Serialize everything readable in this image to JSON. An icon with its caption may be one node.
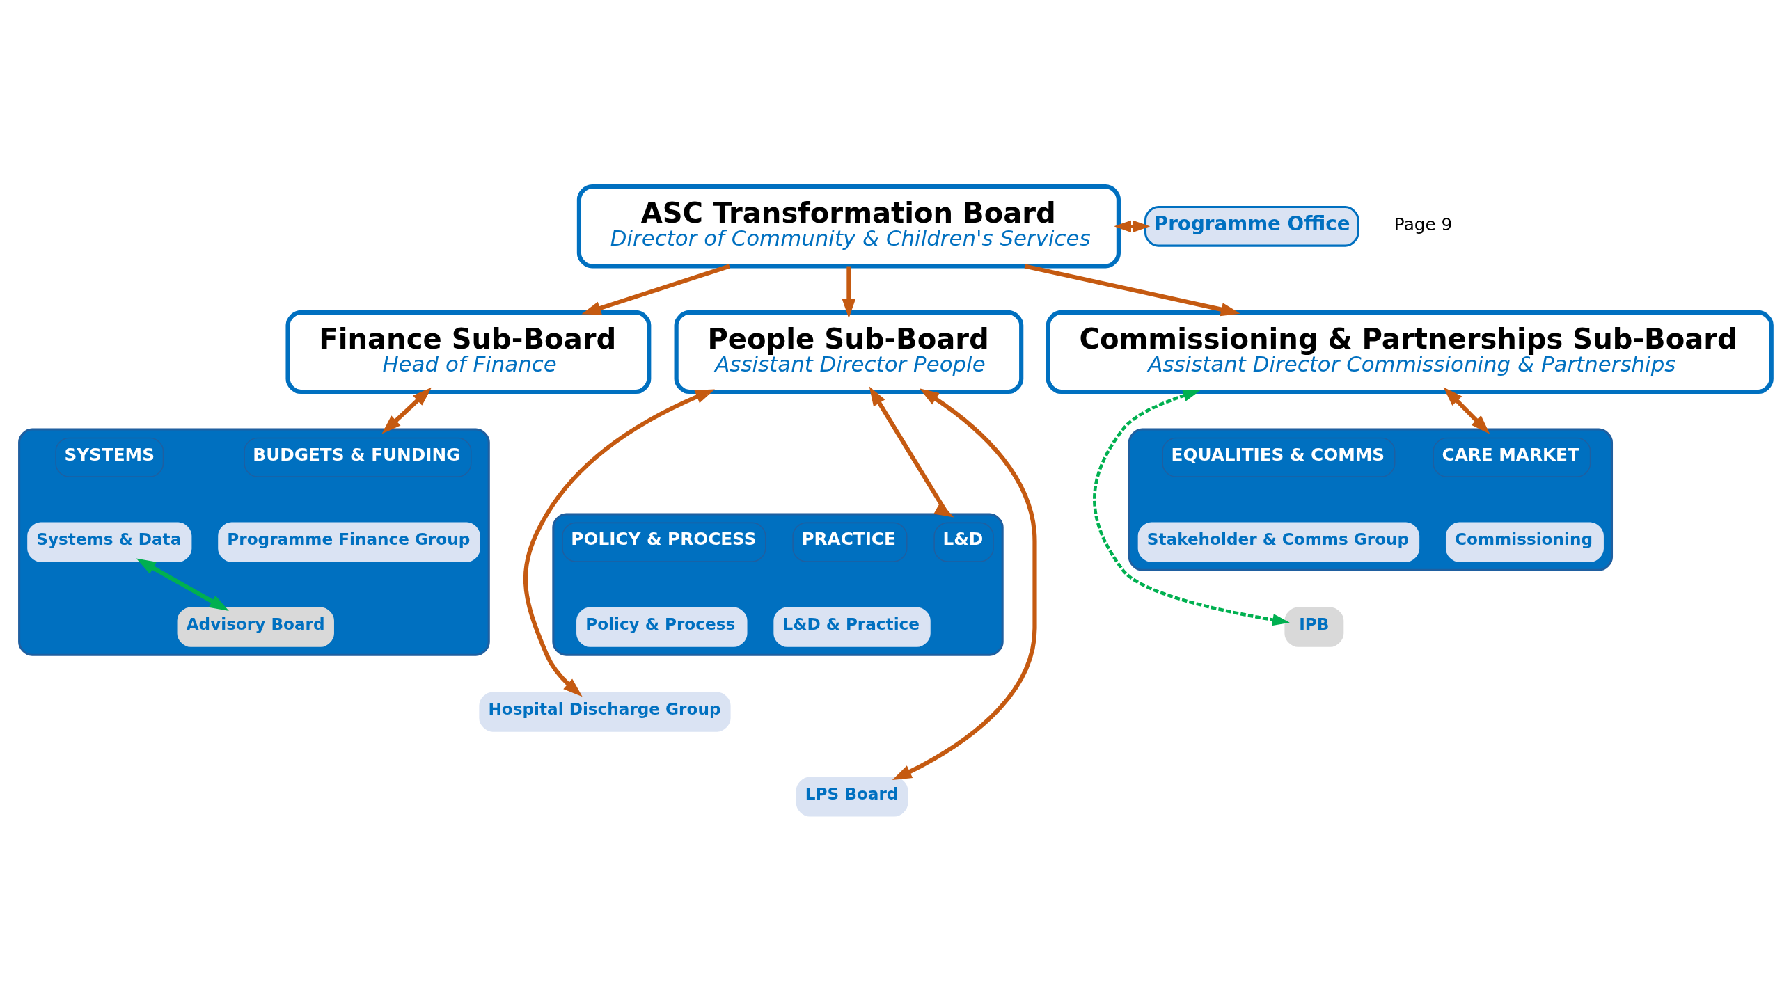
{
  "diagram": {
    "nodes": [
      {
        "text": [
          "ASC Transformation Board",
          "Director of Community & Children's Services"
        ]
      },
      {
        "text": [
          "Programme Office"
        ]
      },
      {
        "text": [
          "Finance Sub-Board",
          "Head of Finance"
        ]
      },
      {
        "text": [
          "People Sub-Board",
          "Assistant Director People"
        ]
      },
      {
        "text": [
          "Commissioning & Partnerships Sub-Board",
          "Assistant Director Commissioning & Partnerships"
        ]
      },
      {
        "text": [],
        "shape": "box"
      },
      {
        "text": [
          "BUDGETS & FUNDING"
        ],
        "in": 5
      },
      {
        "text": [
          "SYSTEMS"
        ],
        "in": 5
      },
      {
        "text": [
          "Programme Finance Group"
        ],
        "in": 5
      },
      {
        "text": [
          "Systems & Data"
        ],
        "in": 5
      },
      {
        "text": [
          "Advisory Board"
        ],
        "in": 5
      },
      {
        "text": [],
        "shape": "box"
      },
      {
        "text": [
          "L&D"
        ],
        "in": 11
      },
      {
        "text": [
          "PRACTICE"
        ],
        "in": 11
      },
      {
        "text": [
          "POLICY & PROCESS"
        ],
        "in": 11
      },
      {
        "text": [
          "L&D & Practice"
        ],
        "in": 11
      },
      {
        "text": [
          "Policy & Process"
        ],
        "in": 11
      },
      {
        "text": [],
        "shape": "box"
      },
      {
        "text": [
          "CARE MARKET"
        ],
        "in": 17
      },
      {
        "text": [
          "EQUALITIES & COMMS"
        ],
        "in": 17
      },
      {
        "text": [
          "Commissioning"
        ],
        "in": 17
      },
      {
        "text": [
          "Stakeholder & Comms Group"
        ],
        "in": 17
      },
      {
        "text": [
          "Hospital Discharge Group"
        ]
      },
      {
        "text": [
          "LPS Board"
        ]
      },
      {
        "text": [
          "IPB"
        ]
      }
    ],
    "edges": [
      {
        "from": 0,
        "to": 1,
        "arrow": "both",
        "style": "dashed"
      },
      {
        "from": 0,
        "to": 2,
        "arrow": "to"
      },
      {
        "from": 0,
        "to": 3,
        "arrow": "to"
      },
      {
        "from": 0,
        "to": 4,
        "arrow": "to"
      },
      {
        "from": 2,
        "to": 5,
        "arrow": "both"
      },
      {
        "from": 3,
        "to": 11,
        "arrow": "both"
      },
      {
        "from": 4,
        "to": 17,
        "arrow": "both"
      },
      {
        "from": 9,
        "to": 10,
        "arrow": "both",
        "color": "#00b050"
      },
      {
        "from": 3,
        "to": 22,
        "arrow": "both"
      },
      {
        "from": 3,
        "to": 23,
        "arrow": "both"
      },
      {
        "from": 4,
        "to": 24,
        "arrow": "both",
        "style": "dashed",
        "color": "#00b050"
      }
    ],
    "labels": [
      "Page 9"
    ]
  }
}
